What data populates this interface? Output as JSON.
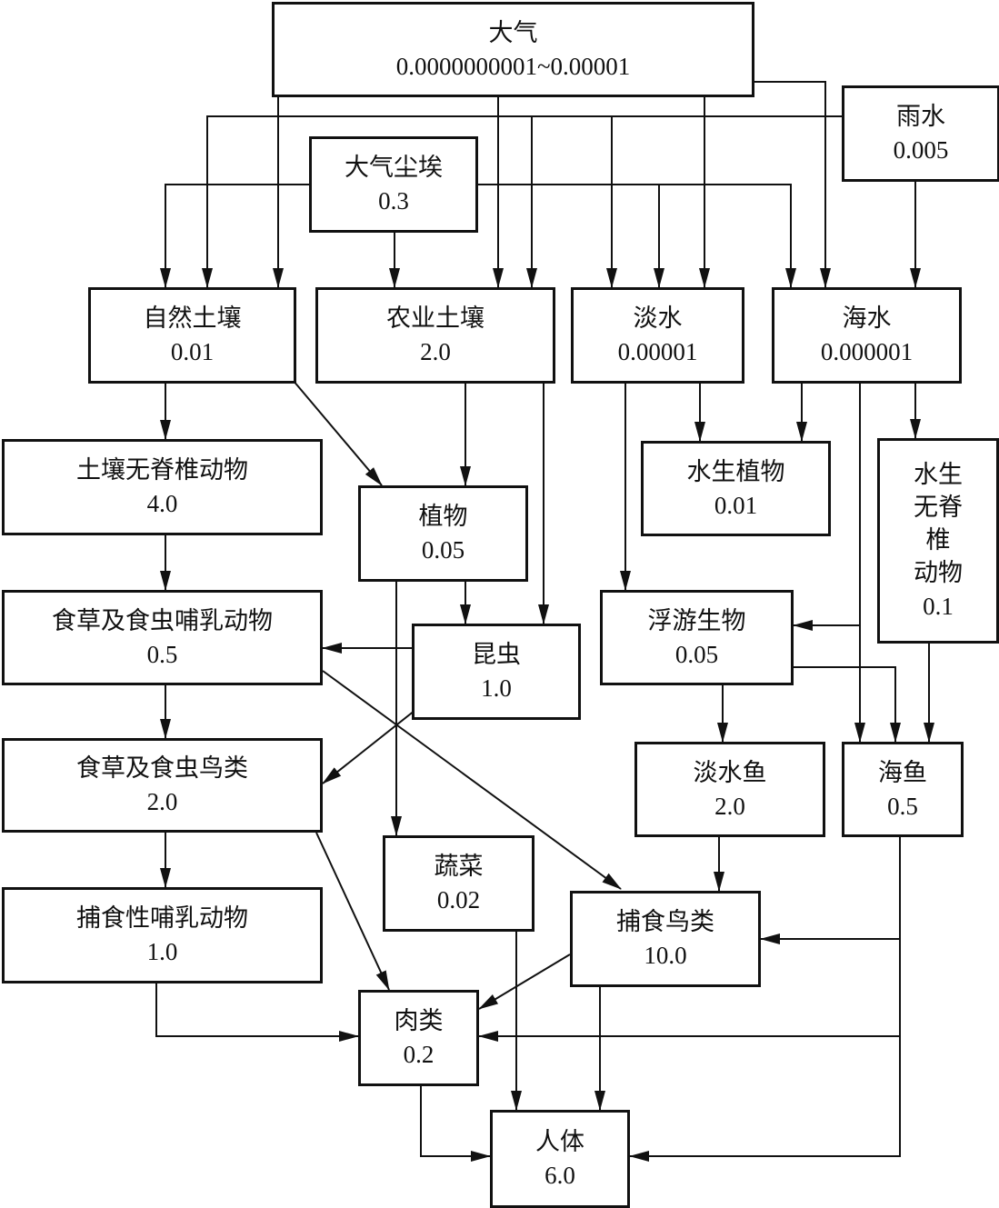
{
  "nodes": [
    {
      "id": "atmosphere",
      "label": "大气",
      "value": "0.0000000001~0.00001"
    },
    {
      "id": "rain",
      "label": "雨水",
      "value": "0.005"
    },
    {
      "id": "dust",
      "label": "大气尘埃",
      "value": "0.3"
    },
    {
      "id": "natural_soil",
      "label": "自然土壤",
      "value": "0.01"
    },
    {
      "id": "agri_soil",
      "label": "农业土壤",
      "value": "2.0"
    },
    {
      "id": "freshwater",
      "label": "淡水",
      "value": "0.00001"
    },
    {
      "id": "seawater",
      "label": "海水",
      "value": "0.000001"
    },
    {
      "id": "soil_inv",
      "label": "土壤无脊椎动物",
      "value": "4.0"
    },
    {
      "id": "plants",
      "label": "植物",
      "value": "0.05"
    },
    {
      "id": "aq_plants",
      "label": "水生植物",
      "value": "0.01"
    },
    {
      "id": "aq_inv",
      "label": "水生\n无脊\n椎\n动物",
      "value": "0.1"
    },
    {
      "id": "herb_mammals",
      "label": "食草及食虫哺乳动物",
      "value": "0.5"
    },
    {
      "id": "insects",
      "label": "昆虫",
      "value": "1.0"
    },
    {
      "id": "plankton",
      "label": "浮游生物",
      "value": "0.05"
    },
    {
      "id": "herb_birds",
      "label": "食草及食虫鸟类",
      "value": "2.0"
    },
    {
      "id": "fw_fish",
      "label": "淡水鱼",
      "value": "2.0"
    },
    {
      "id": "sea_fish",
      "label": "海鱼",
      "value": "0.5"
    },
    {
      "id": "vegetables",
      "label": "蔬菜",
      "value": "0.02"
    },
    {
      "id": "pred_mammals",
      "label": "捕食性哺乳动物",
      "value": "1.0"
    },
    {
      "id": "pred_birds",
      "label": "捕食鸟类",
      "value": "10.0"
    },
    {
      "id": "meat",
      "label": "肉类",
      "value": "0.2"
    },
    {
      "id": "human",
      "label": "人体",
      "value": "6.0"
    }
  ],
  "edges": [
    {
      "from": "atmosphere",
      "to": "natural_soil"
    },
    {
      "from": "atmosphere",
      "to": "agri_soil"
    },
    {
      "from": "atmosphere",
      "to": "freshwater"
    },
    {
      "from": "atmosphere",
      "to": "seawater"
    },
    {
      "from": "rain",
      "to": "natural_soil"
    },
    {
      "from": "rain",
      "to": "agri_soil"
    },
    {
      "from": "rain",
      "to": "freshwater"
    },
    {
      "from": "rain",
      "to": "seawater"
    },
    {
      "from": "dust",
      "to": "natural_soil"
    },
    {
      "from": "dust",
      "to": "agri_soil"
    },
    {
      "from": "dust",
      "to": "freshwater"
    },
    {
      "from": "dust",
      "to": "seawater"
    },
    {
      "from": "natural_soil",
      "to": "soil_inv"
    },
    {
      "from": "natural_soil",
      "to": "plants"
    },
    {
      "from": "agri_soil",
      "to": "plants"
    },
    {
      "from": "agri_soil",
      "to": "insects"
    },
    {
      "from": "plants",
      "to": "insects"
    },
    {
      "from": "plants",
      "to": "vegetables"
    },
    {
      "from": "freshwater",
      "to": "plankton"
    },
    {
      "from": "freshwater",
      "to": "aq_plants"
    },
    {
      "from": "seawater",
      "to": "aq_inv"
    },
    {
      "from": "seawater",
      "to": "plankton"
    },
    {
      "from": "seawater",
      "to": "sea_fish"
    },
    {
      "from": "seawater",
      "to": "fw_fish"
    },
    {
      "from": "aq_inv",
      "to": "sea_fish"
    },
    {
      "from": "plankton",
      "to": "fw_fish"
    },
    {
      "from": "plankton",
      "to": "sea_fish"
    },
    {
      "from": "soil_inv",
      "to": "herb_mammals"
    },
    {
      "from": "insects",
      "to": "herb_mammals"
    },
    {
      "from": "insects",
      "to": "herb_birds"
    },
    {
      "from": "herb_mammals",
      "to": "herb_birds"
    },
    {
      "from": "herb_mammals",
      "to": "pred_birds"
    },
    {
      "from": "herb_birds",
      "to": "pred_mammals"
    },
    {
      "from": "herb_birds",
      "to": "meat"
    },
    {
      "from": "fw_fish",
      "to": "pred_birds"
    },
    {
      "from": "sea_fish",
      "to": "pred_birds"
    },
    {
      "from": "sea_fish",
      "to": "meat"
    },
    {
      "from": "sea_fish",
      "to": "human"
    },
    {
      "from": "pred_mammals",
      "to": "meat"
    },
    {
      "from": "pred_birds",
      "to": "meat"
    },
    {
      "from": "pred_birds",
      "to": "human"
    },
    {
      "from": "vegetables",
      "to": "human"
    },
    {
      "from": "meat",
      "to": "human"
    }
  ]
}
